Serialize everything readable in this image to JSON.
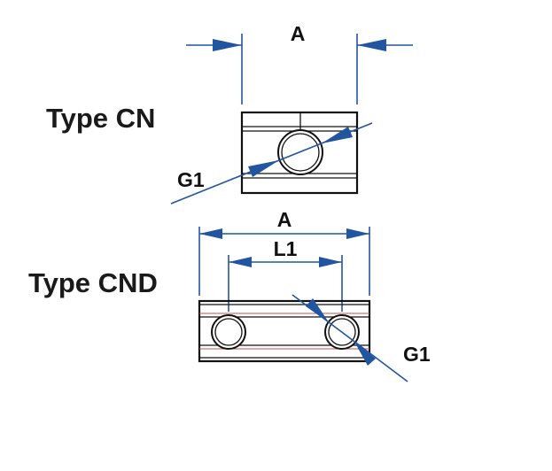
{
  "labels": {
    "type_cn": "Type CN",
    "type_cnd": "Type CND",
    "cn_dim_a": "A",
    "cn_dim_g1": "G1",
    "cnd_dim_a": "A",
    "cnd_dim_l1": "L1",
    "cnd_dim_g1": "G1"
  },
  "colors": {
    "dimension_line": "#2255a0",
    "part_outline": "#111111",
    "accent_line": "#c0504d"
  }
}
